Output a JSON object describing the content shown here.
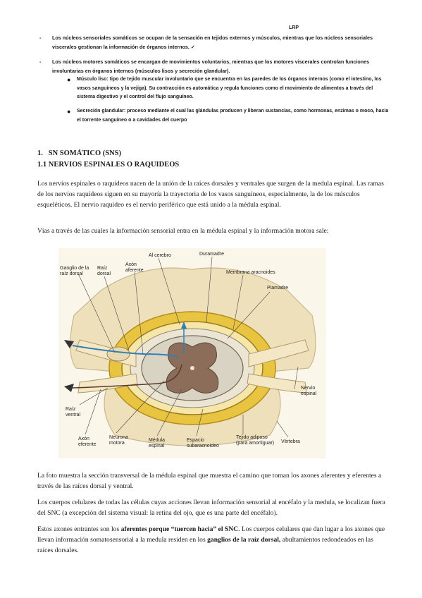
{
  "header": {
    "initials": "LRP"
  },
  "bullets": [
    {
      "marker": "-",
      "text": "Los núcleos sensoriales somáticos se ocupan de la sensación en tejidos externos y músculos, mientras que los núcleos sensoriales viscerales gestionan la información de órganos internos. ✓"
    },
    {
      "marker": "-",
      "text": "Los núcleos motores somáticos se encargan de movimientos voluntarios, mientras que los motores viscerales controlan funciones involuntarias en órganos internos (músculos lisos y secreción glandular).",
      "subitems": [
        "Músculo liso: tipo de tejido muscular involuntario que se encuentra en las paredes de los órganos internos (como el intestino, los vasos sanguíneos y la vejiga). Su contracción es automática y regula funciones como el movimiento de alimentos a través del sistema digestivo y el control del flujo sanguíneo.",
        "Secreción glandular: proceso mediante el cual las glándulas producen y liberan sustancias, como hormonas, enzimas o moco, hacia el torrente sanguíneo o a cavidades del cuerpo"
      ]
    }
  ],
  "section": {
    "number": "1.",
    "title": "SN SOMÁTICO (SNS)"
  },
  "subsection": {
    "number": "1.1",
    "title": "NERVIOS ESPINALES O RAQUIDEOS"
  },
  "paragraphs": {
    "p1": "Los nervios espinales o raquídeos nacen de la unión de la raíces dorsales y ventrales que surgen de la medula espinal. Las ramas de los nervios raquídeos siguen en su mayoría la trayectoria de los vasos sanguíneos, especialmente, la de los músculos esqueléticos. El nervio raquídeo es el nervio periférico que está unido a la médula espinal.",
    "p2": "Vías a través de las cuales la información sensorial entra en la médula espinal y la información motora sale:",
    "p3": "La foto muestra la sección transversal de la médula espinal que muestra el camino que toman los axones aferentes y eferentes a través de las raíces dorsal y ventral.",
    "p4": "Los cuerpos celulares de todas las células cuyas acciones llevan información sensorial al encéfalo y la medula, se localizan fuera del SNC (a excepción del sistema visual: la retina del ojo, que es una parte del encéfalo).",
    "p5": {
      "a": "Estos axones entrantes son los ",
      "b": "aferentes porque “tuercen hacia” el SNC",
      "c": ". Los cuerpos celulares que dan lugar a los",
      "d": " axones que llevan información somatosensorial a la medula residen en los ",
      "e": "ganglios de la raíz dorsal,",
      "f": " abultamientos redondeados en las raíces dorsales."
    }
  },
  "figure": {
    "labels": {
      "al_cerebro": "Al cerebro",
      "duramadre": "Duramadre",
      "axon": "Axón",
      "aferente": "aferente",
      "raiz": "Raíz",
      "dorsal": "dorsal",
      "membrana": "Membrana aracnoides",
      "ganglio1": "Ganglio de la",
      "ganglio2": "raíz dorsal",
      "piamadre": "Piamadre",
      "raiz_v": "Raíz",
      "ventral": "ventral",
      "nervio": "Nervio",
      "espinal": "espinal",
      "axon_e": "Axón",
      "eferente": "eferente",
      "neurona": "Neurona",
      "motora": "motora",
      "medula": "Médula",
      "espinal2": "espinal",
      "espacio": "Espacio",
      "subaracnoideo": "subaracnoideo",
      "tejido1": "Tejido adiposo",
      "tejido2": "(para amortiguar)",
      "vertebra": "Vértebra"
    },
    "colors": {
      "bone": "#efe0bc",
      "fat": "#e8c441",
      "cord": "#d9d3c4",
      "grey_matter": "#8c6d5a",
      "nerve": "#f3e7c6"
    }
  }
}
